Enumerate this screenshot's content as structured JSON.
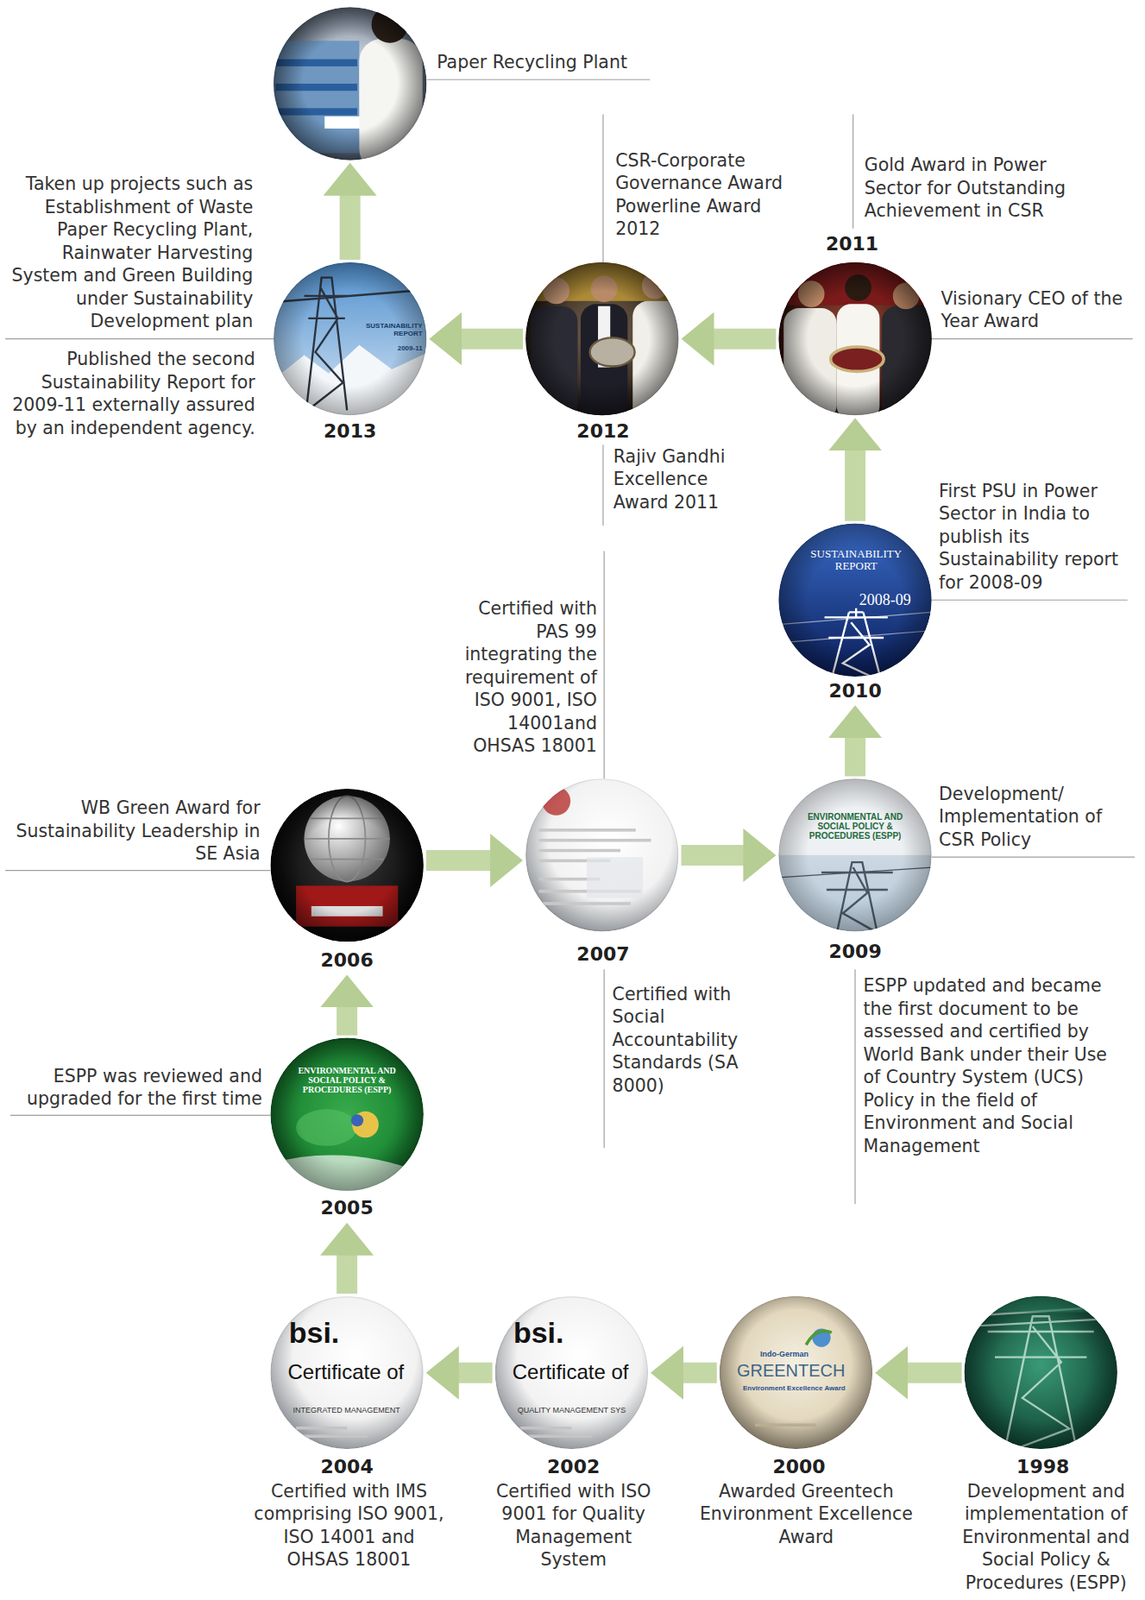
{
  "diagram": {
    "nodes": [
      {
        "text": [
          "1998",
          "Development and implementation of Environmental and Social Policy & Procedures (ESPP)"
        ]
      },
      {
        "text": [
          "2000",
          "Awarded Greentech Environment Excellence Award"
        ]
      },
      {
        "text": [
          "2002",
          "Certified with ISO 9001 for Quality Management System"
        ]
      },
      {
        "text": [
          "2004",
          "Certified with IMS comprising ISO 9001, ISO 14001 and OHSAS 18001"
        ]
      },
      {
        "text": [
          "2005",
          "ESPP was reviewed and upgraded for the first time"
        ]
      },
      {
        "text": [
          "2006",
          "WB Green Award for Sustainability Leadership in SE Asia"
        ]
      },
      {
        "text": [
          "2007",
          "Certified with PAS 99 integrating the requirement of ISO 9001, ISO 14001and OHSAS 18001",
          "Certified with Social Accountability Standards (SA 8000)"
        ]
      },
      {
        "text": [
          "2009",
          "Development/ Implementation of CSR Policy",
          "ESPP updated and became the first document to be assessed and certified by World Bank under their Use of Country System (UCS) Policy in the field of Environment and Social Management"
        ]
      },
      {
        "text": [
          "2010",
          "First PSU in Power Sector in India to publish its Sustainability report for 2008-09"
        ]
      },
      {
        "text": [
          "2011",
          "Gold Award in Power Sector for Outstanding Achievement in CSR",
          "Visionary CEO of the Year Award"
        ]
      },
      {
        "text": [
          "2012",
          "CSR-Corporate Governance Award Powerline Award 2012",
          "Rajiv Gandhi Excellence Award 2011"
        ]
      },
      {
        "text": [
          "2013",
          "Taken up projects such as Establishment of Waste Paper Recycling Plant, Rainwater Harvesting System and Green Building under Sustainability Development plan",
          "Published the second Sustainability Report for 2009-11 externally assured by an independent agency."
        ]
      },
      {
        "text": [
          "Paper Recycling Plant"
        ]
      }
    ],
    "edges": [
      {
        "from": 0,
        "to": 1,
        "arrow": "to"
      },
      {
        "from": 1,
        "to": 2,
        "arrow": "to"
      },
      {
        "from": 2,
        "to": 3,
        "arrow": "to"
      },
      {
        "from": 3,
        "to": 4,
        "arrow": "to"
      },
      {
        "from": 4,
        "to": 5,
        "arrow": "to"
      },
      {
        "from": 5,
        "to": 6,
        "arrow": "to"
      },
      {
        "from": 6,
        "to": 7,
        "arrow": "to"
      },
      {
        "from": 7,
        "to": 8,
        "arrow": "to"
      },
      {
        "from": 8,
        "to": 9,
        "arrow": "to"
      },
      {
        "from": 9,
        "to": 10,
        "arrow": "to"
      },
      {
        "from": 10,
        "to": 11,
        "arrow": "to"
      },
      {
        "from": 11,
        "to": 12,
        "arrow": "to"
      }
    ],
    "labels": [
      "bsi.",
      "Certificate of",
      "INTEGRATED MANAGEMENT",
      "bsi.",
      "Certificate of",
      "QUALITY MANAGEMENT SYS",
      "Indo-German",
      "GREENTECH",
      "Environment Excellence Award",
      "ENVIRONMENTAL AND SOCIAL POLICY & PROCEDURES (ESPP)",
      "ENVIRONMENTAL AND SOCIAL POLICY & PROCEDURES (ESPP)",
      "SUSTAINABILITY REPORT",
      "2008-09",
      "SUSTAINABILITY REPORT",
      "2009-11"
    ]
  }
}
